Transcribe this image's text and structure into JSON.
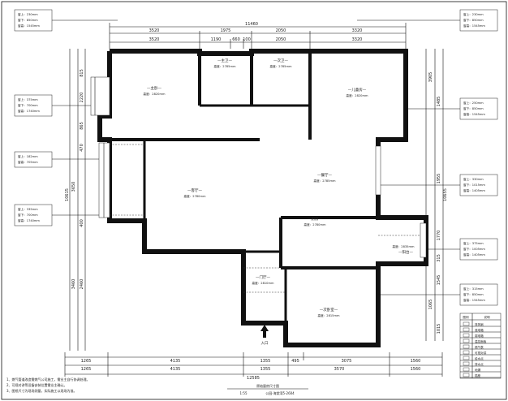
{
  "top_dims": {
    "row1": [
      "3520",
      "1975",
      "2050",
      "3320"
    ],
    "row2": [
      "3520",
      "1190",
      "660",
      "100",
      "2050",
      "3320"
    ],
    "total": "11460"
  },
  "bottom_dims": {
    "row1": [
      "1265",
      "4135",
      "1355",
      "495",
      "3075",
      "1560"
    ],
    "row2": [
      "1265",
      "4135",
      "1355",
      "3570",
      "1560"
    ],
    "total": "12585"
  },
  "left_dims": [
    "815",
    "2220",
    "865",
    "470",
    "3650",
    "400",
    "2460",
    "3460",
    "10615"
  ],
  "right_dims": [
    "1485",
    "3905",
    "1955",
    "1770",
    "315",
    "1545",
    "1065",
    "1015",
    "10655"
  ],
  "rooms": [
    {
      "name": "—主卧—",
      "sub": "高度：2820mm"
    },
    {
      "name": "—主卫—",
      "sub": "高度：2785mm"
    },
    {
      "name": "—次卫—",
      "sub": "高度：2785mm"
    },
    {
      "name": "—儿童房—",
      "sub": "高度：2820mm"
    },
    {
      "name": "—客厅—",
      "sub": "高度：2780mm"
    },
    {
      "name": "—餐厅—",
      "sub": "高度：2785mm"
    },
    {
      "name": "—厨房—",
      "sub": "高度：2780mm"
    },
    {
      "name": "—阳台—",
      "sub": "高度：2835mm"
    },
    {
      "name": "—门厅—",
      "sub": "高度：2810mm"
    },
    {
      "name": "—次卧室—",
      "sub": "高度：2815mm"
    }
  ],
  "side_notes_left": [
    [
      "窗上：230mm",
      "窗下：850mm",
      "窗高：1545mm"
    ],
    [
      "窗上：375mm",
      "窗下：700mm",
      "窗高：1740mm"
    ],
    [
      "窗上：182mm",
      "窗高：705mm"
    ],
    [
      "窗上：335mm",
      "窗下：700mm",
      "窗高：1740mm"
    ]
  ],
  "side_notes_right": [
    [
      "窗上：230mm",
      "窗下：850mm",
      "窗高：1545mm"
    ],
    [
      "窗上：250mm",
      "窗下：850mm",
      "窗高：1545mm"
    ],
    [
      "窗上：330mm",
      "窗下：1015mm",
      "窗高：1405mm"
    ],
    [
      "窗上：375mm",
      "窗下：1005mm",
      "窗高：1405mm"
    ],
    [
      "窗上：315mm",
      "窗下：850mm",
      "窗高：1545mm"
    ]
  ],
  "legend": {
    "header": [
      "图例",
      "说明"
    ],
    "rows": [
      "排风扇",
      "强电箱",
      "弱电箱",
      "温控面板",
      "燃气表",
      "可视对讲",
      "给水点",
      "排水点",
      "地漏",
      "插座"
    ]
  },
  "notes": [
    "1、燃气管道改造需燃气公司施工，需业主自行协调处理。",
    "2、可视对讲等设备安装位置需业主确认。",
    "3、图纸尺寸为现场测量，实际施工以现场为准。"
  ],
  "title": {
    "line1": "原始量房尺寸图",
    "scale": "1:55",
    "project": "公园·海棠湾5-2604"
  },
  "entrance": "入口"
}
